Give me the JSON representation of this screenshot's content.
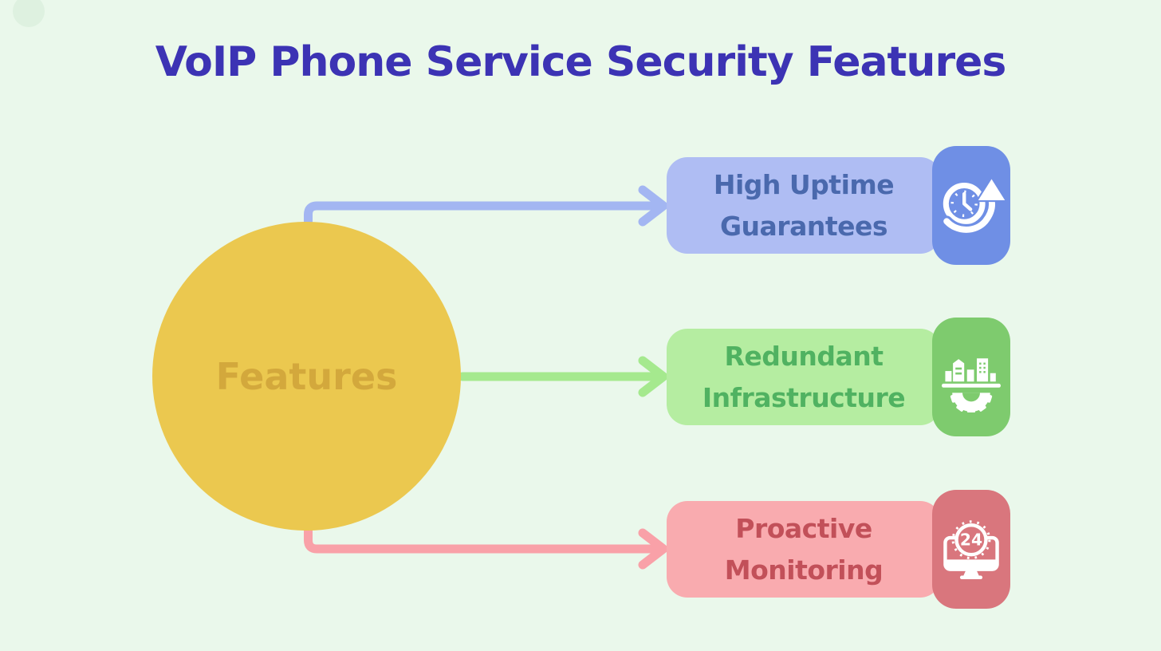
{
  "title": "VoIP Phone Service Security Features",
  "colors": {
    "background": "#EAF8EB",
    "deco_circle": "#DEF1E0",
    "title": "#3C33B4"
  },
  "hub": {
    "label": "Features",
    "fill": "#EBC84F",
    "text_color": "#D3A83C"
  },
  "features": [
    {
      "label": "High Uptime Guarantees",
      "icon": "clock-uptime-icon",
      "pill_fill": "#AFBDF3",
      "text_color": "#4A69AD",
      "tile_fill": "#6F8FE5",
      "arrow_color": "#A3B6F2"
    },
    {
      "label": "Redundant Infrastructure",
      "icon": "buildings-gear-icon",
      "pill_fill": "#B5EDA1",
      "text_color": "#50B261",
      "tile_fill": "#7ECB6E",
      "arrow_color": "#A5E98E"
    },
    {
      "label": "Proactive Monitoring",
      "icon": "monitor-24-icon",
      "pill_fill": "#F9ABAF",
      "text_color": "#C25059",
      "tile_fill": "#D9767D",
      "arrow_color": "#F9A1A8",
      "badge_text": "24"
    }
  ]
}
